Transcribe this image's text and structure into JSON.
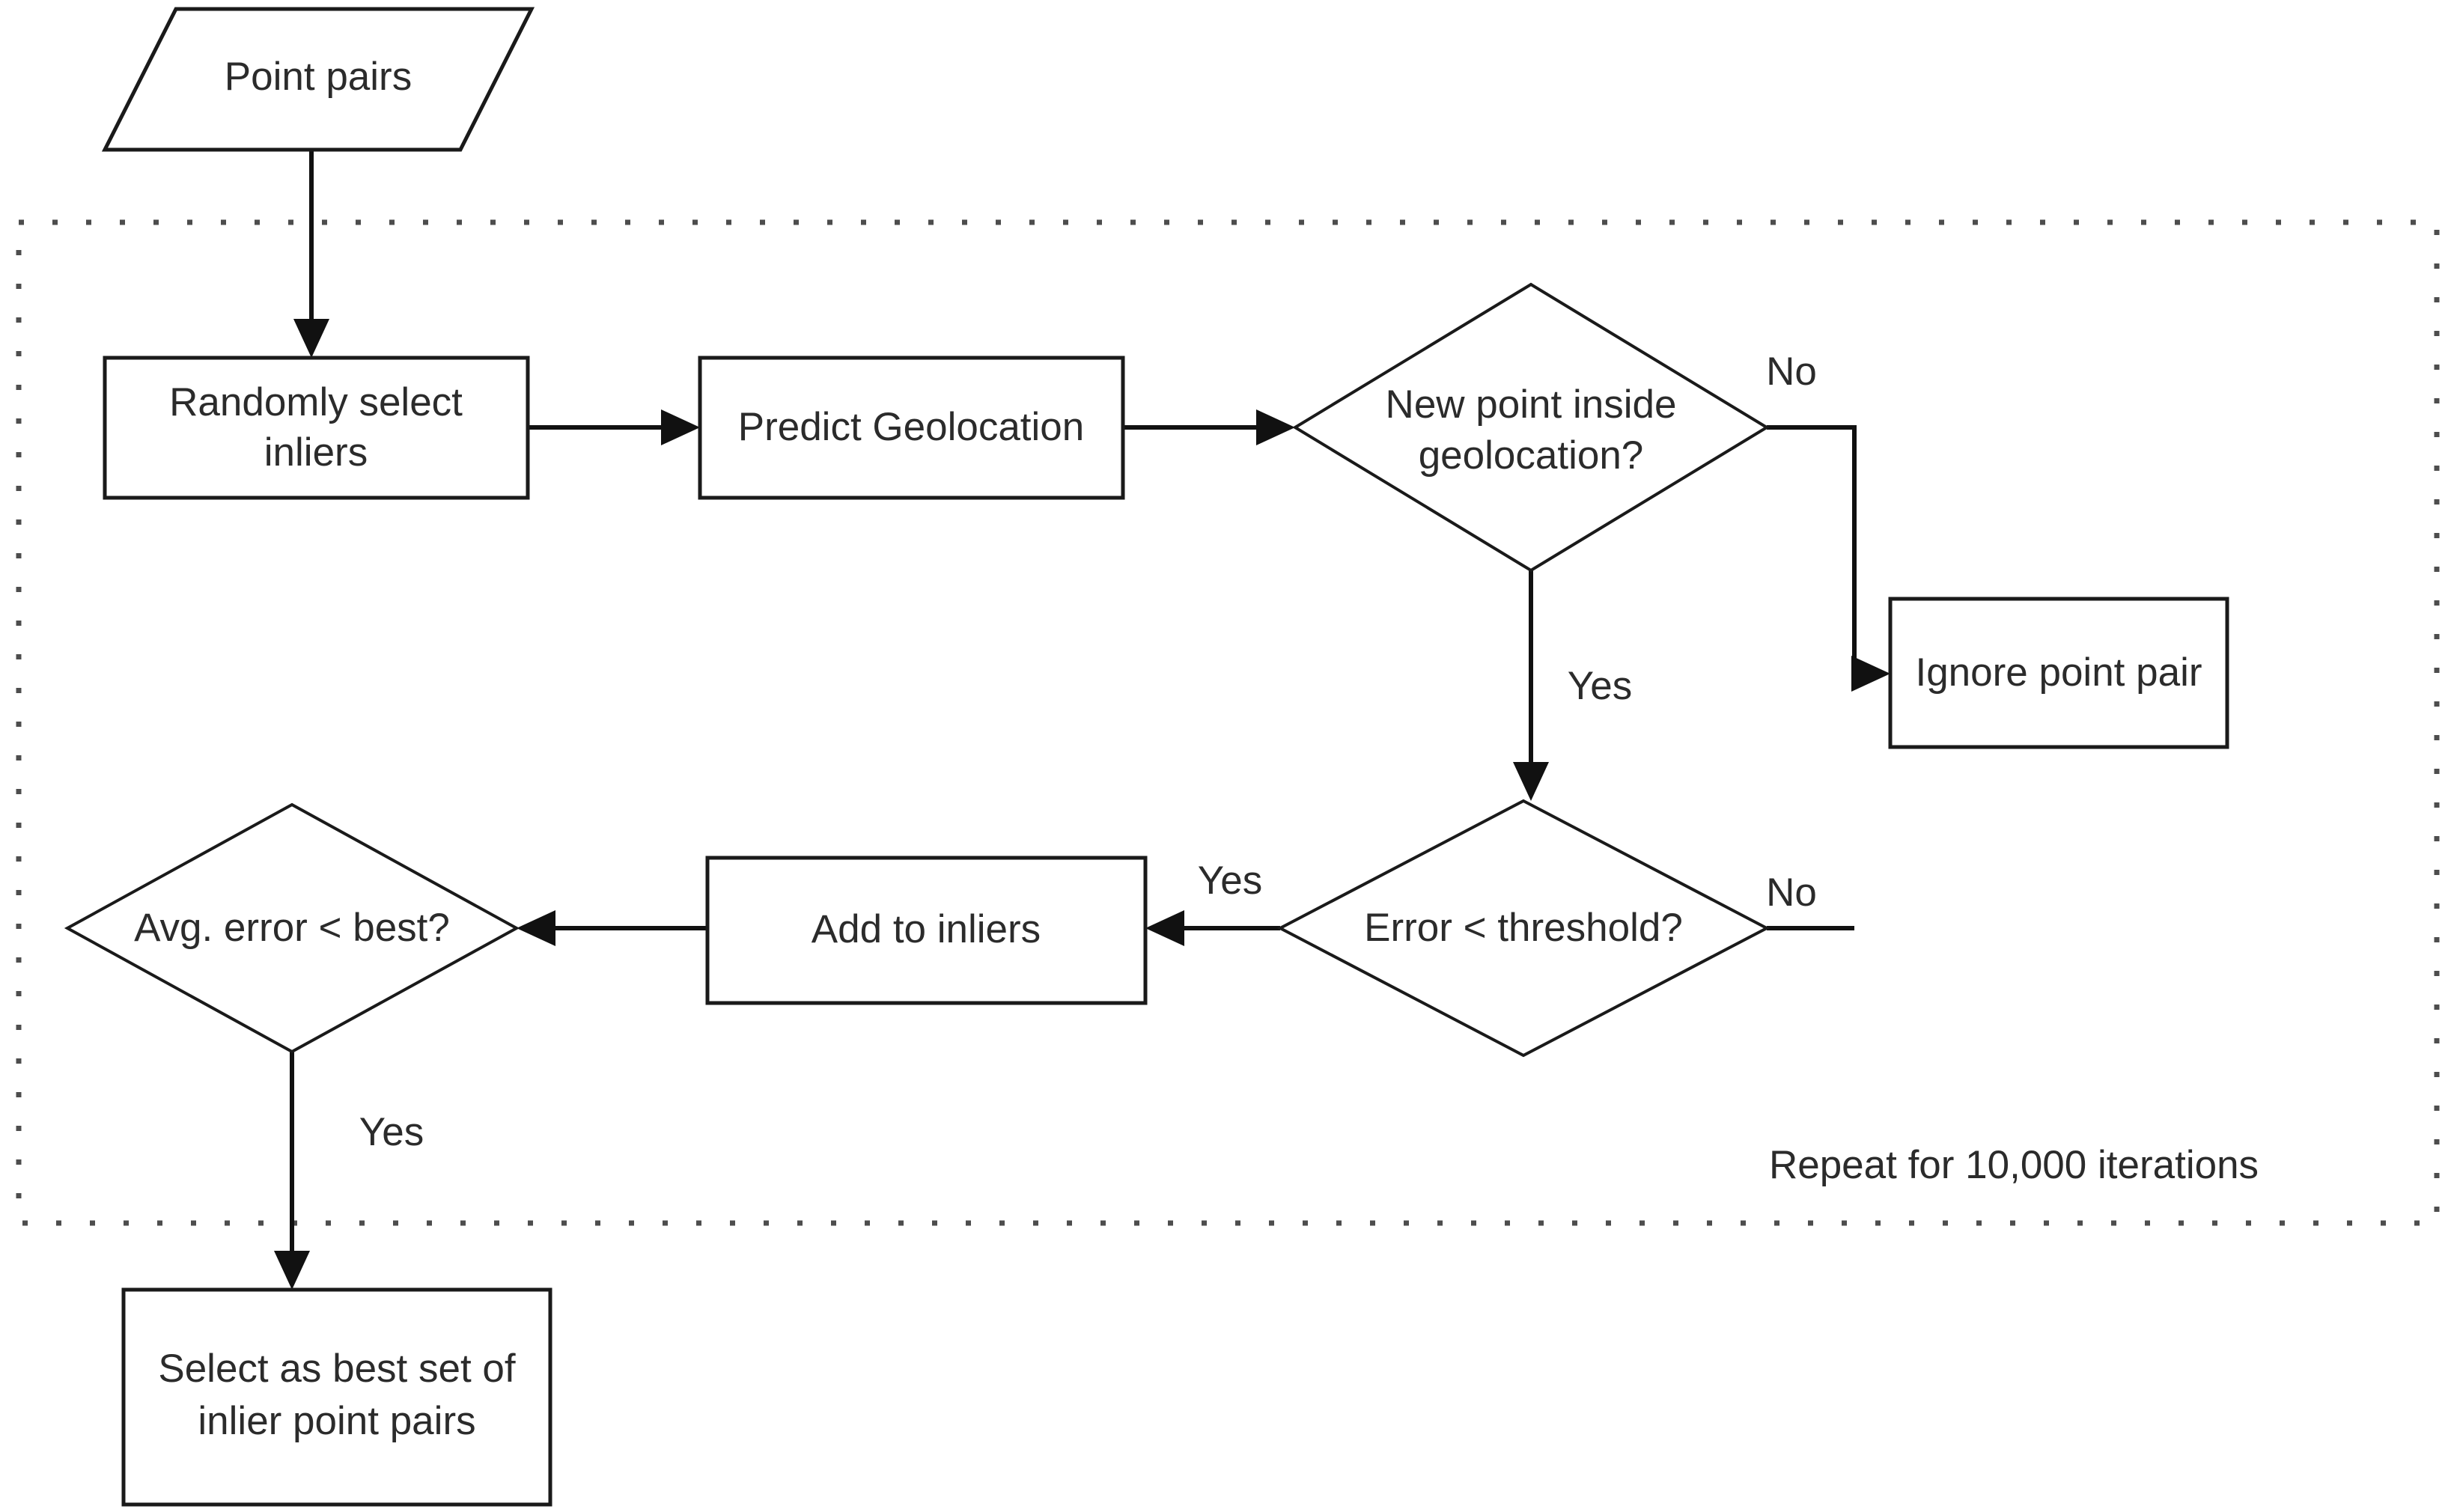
{
  "diagram": {
    "title": "RANSAC geolocation inlier selection flowchart",
    "type": "flowchart",
    "colors": {
      "stroke": "#1a1a1a",
      "text": "#2b2b2b",
      "background": "#ffffff",
      "loop_border": "#4d4d4d"
    },
    "nodes": {
      "point_pairs": {
        "label": "Point pairs",
        "shape": "parallelogram"
      },
      "randomly_select_inliers": {
        "label_line1": "Randomly select",
        "label_line2": "inliers",
        "shape": "rectangle"
      },
      "predict_geolocation": {
        "label": "Predict Geolocation",
        "shape": "rectangle"
      },
      "new_point_inside": {
        "label_line1": "New point inside",
        "label_line2": "geolocation?",
        "shape": "diamond"
      },
      "ignore_point_pair": {
        "label": "Ignore point pair",
        "shape": "rectangle"
      },
      "error_threshold": {
        "label": "Error < threshold?",
        "shape": "diamond"
      },
      "add_to_inliers": {
        "label": "Add to inliers",
        "shape": "rectangle"
      },
      "avg_error_best": {
        "label": "Avg. error < best?",
        "shape": "diamond"
      },
      "select_best_set": {
        "label_line1": "Select as best set of",
        "label_line2": "inlier point pairs",
        "shape": "rectangle"
      }
    },
    "edge_labels": {
      "geoloc_no": "No",
      "geoloc_yes": "Yes",
      "error_no": "No",
      "error_yes": "Yes",
      "avg_yes": "Yes"
    },
    "loop_region": {
      "caption": "Repeat for 10,000 iterations",
      "border_style": "dotted"
    }
  }
}
